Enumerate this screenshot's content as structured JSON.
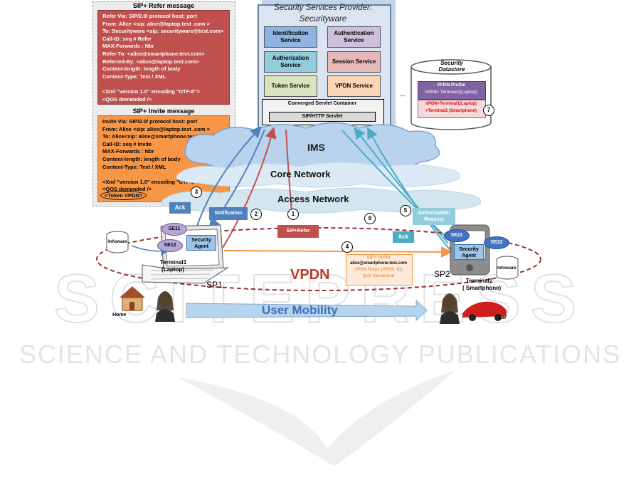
{
  "refer": {
    "title": "SIP+ Refer message",
    "lines": [
      "Refer Via: SIP/2.0/ protocol host: port",
      "From:  Alice <sip: alice@laptop.test .com >",
      "To: Securityware <sip: securityware@test.com>",
      "Call-ID:  seq # Refer",
      "MAX-Forwards :  Nbr",
      "Refer-To: <alice@smartphone.test.com>",
      "Referred-By: <alice@laptop.test.com>",
      "Content-length:  length of body",
      "Content-Type:   Text / XML",
      "",
      "<Xml \"version 1.0\" encoding \"UTF-8\">",
      "<QOS demanded />"
    ]
  },
  "invite": {
    "title": "SIP+ Invite message",
    "lines": [
      "Invite  Via: SIP/2.0/ protocol host: port",
      "From:  Alice <sip: alice@laptop.test .com >",
      "To:  Alice<sip: alice@smartphone.test.com>",
      "Call-ID:  seq # Invite",
      "MAX-Forwards :   Nbr",
      "Content-length:  length of body",
      "Content-Type:   Text / XML",
      "",
      "<Xml \"version 1.0\" encoding \"UTF-8\">",
      "<QOS demanded />"
    ],
    "token": "<Token VPDN>"
  },
  "provider": {
    "title": "Security Services Provider:",
    "subtitle": "Securityware",
    "services": [
      {
        "label": "Identification Service",
        "color": "#8fb4e3"
      },
      {
        "label": "Authentication Service",
        "color": "#ccc0da"
      },
      {
        "label": "Authorization Service",
        "color": "#93cddd"
      },
      {
        "label": "Session Service",
        "color": "#e6b9b8"
      },
      {
        "label": "Token Service",
        "color": "#d7e4bd"
      },
      {
        "label": "VPDN Service",
        "color": "#fcd5b5"
      }
    ],
    "container": "Converged Servlet Container",
    "servlet": "SIP/HTTP Servlet"
  },
  "datastore": {
    "title": "Security Datastore",
    "profile_title": "VPDN Profile",
    "profile_line": "VPDN= Terminal1(Laptop)",
    "profile_red_1": "VPDN=Terminal1(Laptop)",
    "profile_red_2": "+Terminal2 (Smartphone)",
    "step": "7"
  },
  "networks": {
    "ims": "IMS",
    "core": "Core  Network",
    "access": "Access Network"
  },
  "labels": {
    "ack_left": "Ack",
    "notification": "Notification",
    "sip_refer": "SIP+Refer",
    "auth_request": "Authorization Request",
    "ack_right": "Ack",
    "sip_invite_title": "SIP+ Invite",
    "sip_invite_addr": "alice@smartphone.test.com",
    "sip_invite_token": "VPDN Token (VPDN_ID)",
    "sip_invite_qos": "QoS Demanded",
    "se11": "SE11",
    "se12": "SE12",
    "se21": "SE21",
    "se22": "SE22",
    "security_agent": "Security Agent",
    "infoware": "Infoware",
    "terminal1": "Terminal1\n(Laptop)",
    "terminal1_a": "Terminal1",
    "terminal1_b": "(Laptop)",
    "terminal2_a": "Terminal2",
    "terminal2_b": "( Smartphone)",
    "sp1": "SP1",
    "sp2": "SP2",
    "vpdn": "VPDN",
    "home": "Home",
    "car": "Car",
    "mobility": "User Mobility"
  },
  "steps": [
    "1",
    "2",
    "3",
    "4",
    "5",
    "6"
  ],
  "watermark": {
    "big": "SCITEPRESS",
    "sub": "SCIENCE AND TECHNOLOGY PUBLICATIONS"
  }
}
